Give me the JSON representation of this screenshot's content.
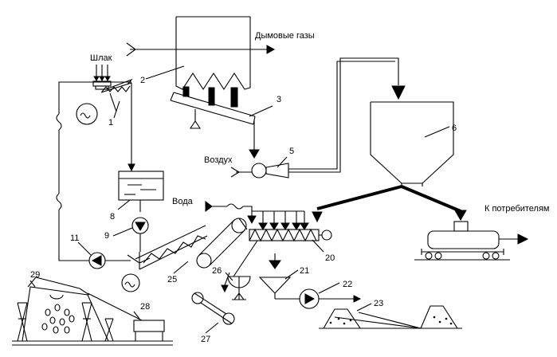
{
  "labels": {
    "smoke": "Дымовые газы",
    "slag": "Шлак",
    "air": "Воздух",
    "water": "Вода",
    "consumers": "К потребителям"
  },
  "numbers": {
    "n1": "1",
    "n2": "2",
    "n3": "3",
    "n5": "5",
    "n6": "6",
    "n8": "8",
    "n9": "9",
    "n11": "11",
    "n20": "20",
    "n21": "21",
    "n22": "22",
    "n23": "23",
    "n25": "25",
    "n26": "26",
    "n27": "27",
    "n28": "28",
    "n29": "29"
  }
}
